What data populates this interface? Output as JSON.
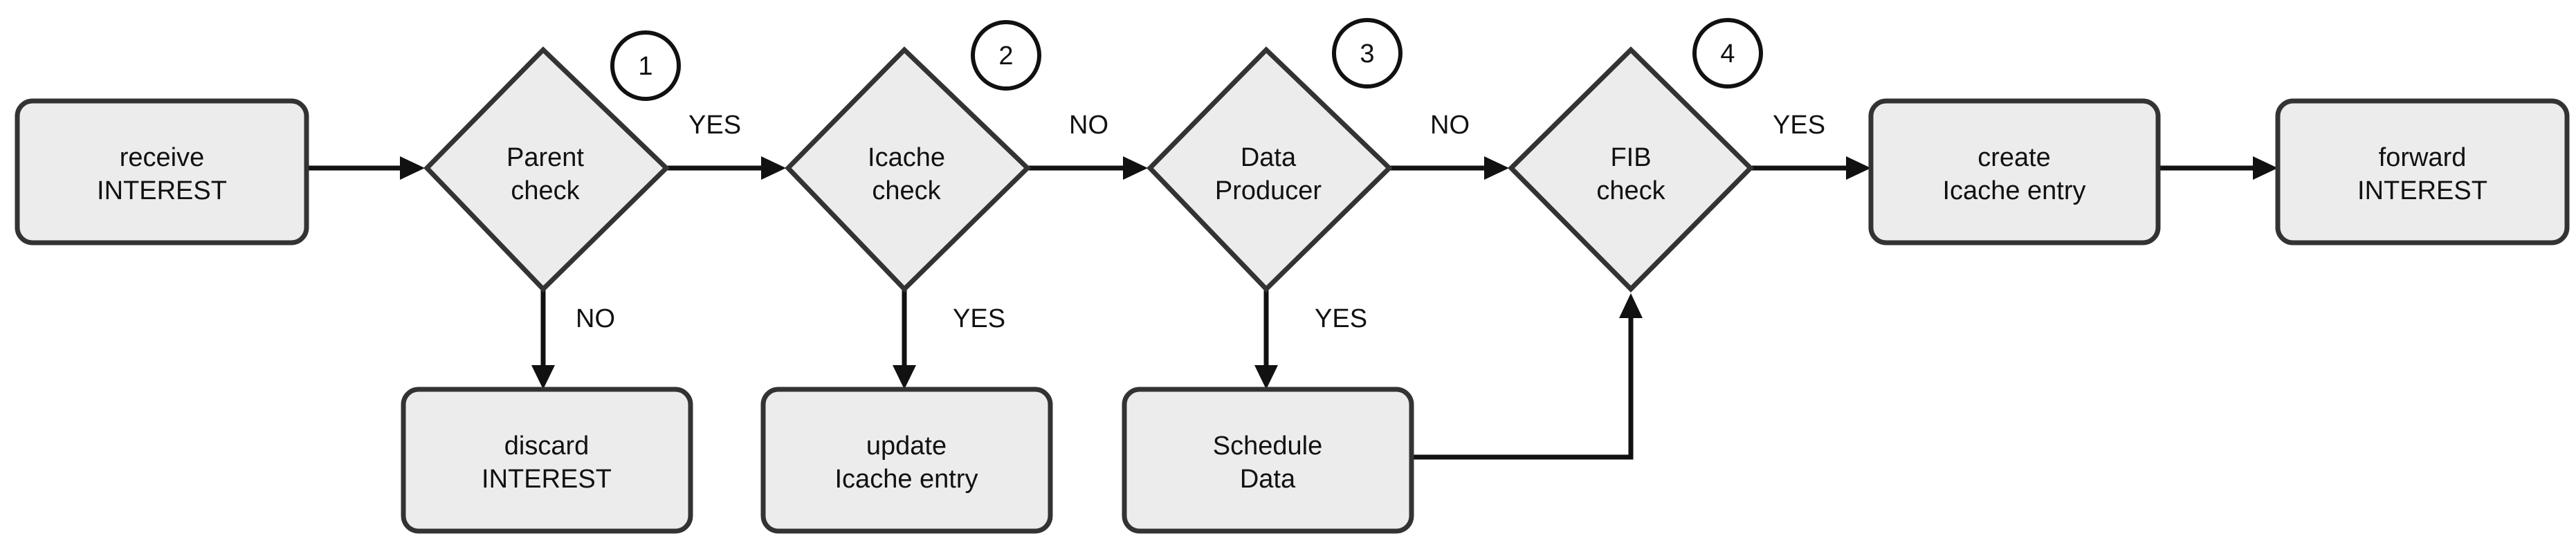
{
  "nodes": {
    "receive_interest": {
      "line1": "receive",
      "line2": "INTEREST"
    },
    "parent_check": {
      "line1": "Parent",
      "line2": "check",
      "step": "1"
    },
    "icache_check": {
      "line1": "Icache",
      "line2": "check",
      "step": "2"
    },
    "data_producer": {
      "line1": "Data",
      "line2": "Producer",
      "step": "3"
    },
    "fib_check": {
      "line1": "FIB",
      "line2": "check",
      "step": "4"
    },
    "create_icache_entry": {
      "line1": "create",
      "line2": "Icache entry"
    },
    "forward_interest": {
      "line1": "forward",
      "line2": "INTEREST"
    },
    "discard_interest": {
      "line1": "discard",
      "line2": "INTEREST"
    },
    "update_icache_entry": {
      "line1": "update",
      "line2": "Icache entry"
    },
    "schedule_data": {
      "line1": "Schedule",
      "line2": "Data"
    }
  },
  "edges": {
    "parent_to_icache": "YES",
    "parent_to_discard": "NO",
    "icache_to_producer": "NO",
    "icache_to_update": "YES",
    "producer_to_fib": "NO",
    "producer_to_schedule": "YES",
    "fib_to_create": "YES"
  },
  "colors": {
    "node_fill": "#ececec",
    "node_stroke": "#333333",
    "line": "#111111"
  }
}
